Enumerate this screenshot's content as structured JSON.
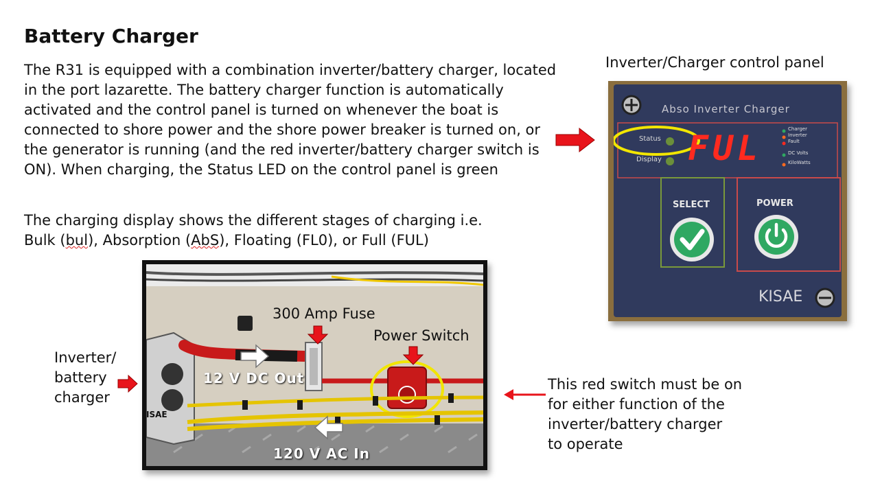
{
  "slide": {
    "title": "Battery Charger",
    "paragraph1": "The R31 is equipped with a combination inverter/battery charger, located in the port lazarette.  The battery charger function is automatically activated and the control panel is turned on whenever the boat is connected to shore power and the shore power breaker is turned on, or the generator is running (and the red inverter/battery charger switch is ON).  When charging, the Status LED on the control panel is green",
    "paragraph2": {
      "intro": "The charging display shows the different stages of charging i.e.",
      "line2_a": "Bulk (",
      "bul": "bul",
      "line2_b": "), Absorption (",
      "abs": "AbS",
      "line2_c": "), Floating (FL0), or Full (FUL)"
    },
    "panel_caption": "Inverter/Charger control panel",
    "control_panel": {
      "brand_line": "Abso Inverter Charger",
      "status_label": "Status",
      "display_label": "Display",
      "readout": "FUL",
      "legend": [
        "Charger",
        "Inverter",
        "Fault",
        "DC Volts",
        "KiloWatts"
      ],
      "select_label": "SELECT",
      "power_label": "POWER",
      "maker": "KISAE"
    },
    "bay_photo": {
      "fuse_label": "300 Amp Fuse",
      "switch_label": "Power Switch",
      "dc_out_label": "12 V DC Out",
      "ac_in_label": "120 V AC In",
      "charger_brand": "ISAE"
    },
    "inverter_label": [
      "Inverter/",
      "battery",
      "charger"
    ],
    "switch_note": [
      "This red switch must be on",
      "for either function of the",
      "inverter/battery charger",
      "to operate"
    ]
  },
  "colors": {
    "arrow_red": "#e8141b",
    "highlight_yellow": "#f2e600",
    "led_red": "#ff2a1f",
    "panel_navy": "#303a5d",
    "button_green": "#2fa862"
  }
}
